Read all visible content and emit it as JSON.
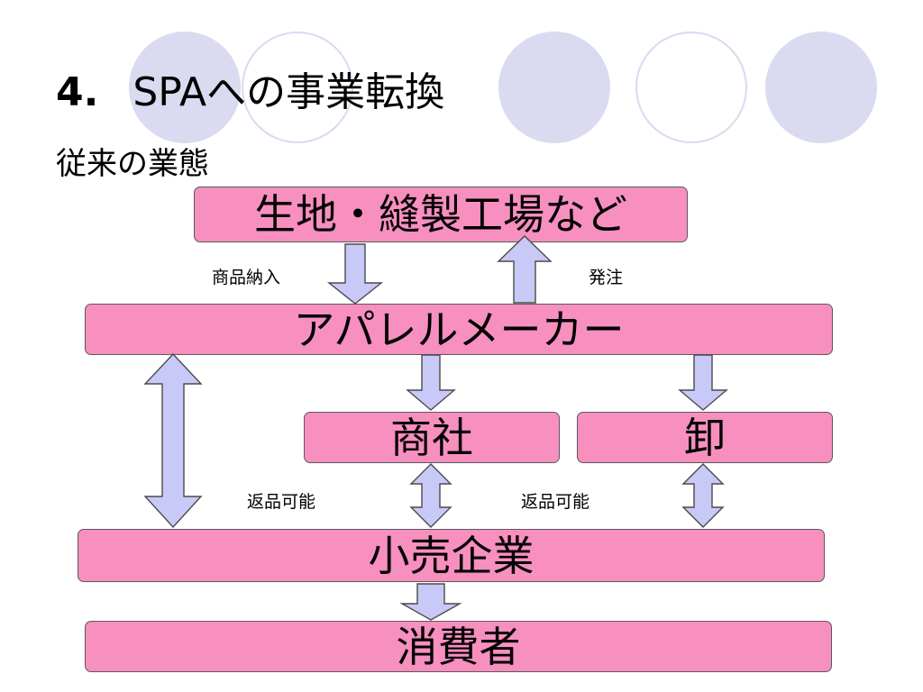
{
  "slide": {
    "title_number": "4.",
    "title_text": "SPAへの事業転換",
    "subtitle": "従来の業態"
  },
  "boxes": {
    "factory": "生地・縫製工場など",
    "maker": "アパレルメーカー",
    "trading": "商社",
    "wholesale": "卸",
    "retail": "小売企業",
    "consumer": "消費者"
  },
  "labels": {
    "delivery": "商品納入",
    "order": "発注",
    "return_trading": "返品可能",
    "return_wholesale": "返品可能"
  },
  "colors": {
    "box_fill": "#f78fbf",
    "arrow_fill": "#c9c9f7",
    "circle_fill": "#dadaf0",
    "circle_stroke": "#dadaf0"
  }
}
